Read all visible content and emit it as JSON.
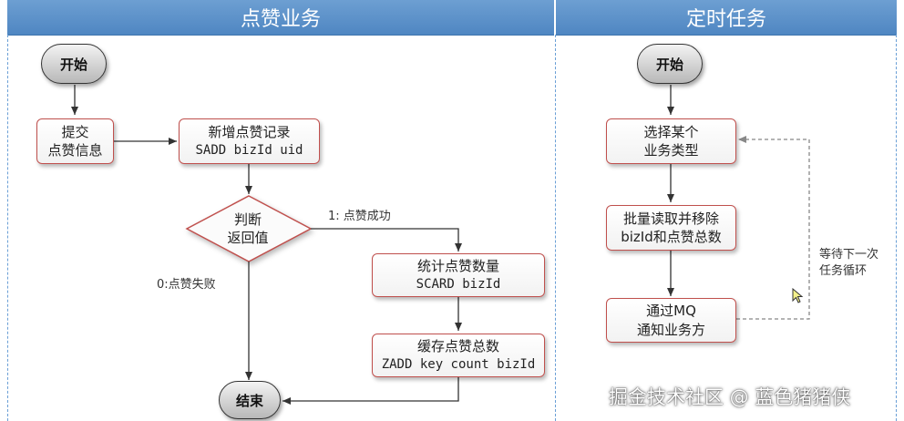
{
  "lanes": {
    "left_title": "点赞业务",
    "right_title": "定时任务"
  },
  "left_flow": {
    "start": "开始",
    "submit": [
      "提交",
      "点赞信息"
    ],
    "add_record": [
      "新增点赞记录",
      "SADD bizId uid"
    ],
    "decision": [
      "判断",
      "返回值"
    ],
    "success_label": "1: 点赞成功",
    "fail_label": "0:点赞失败",
    "count": [
      "统计点赞数量",
      "SCARD bizId"
    ],
    "cache": [
      "缓存点赞总数",
      "ZADD key count bizId"
    ],
    "end": "结束"
  },
  "right_flow": {
    "start": "开始",
    "select_type": [
      "选择某个",
      "业务类型"
    ],
    "batch_read": [
      "批量读取并移除",
      "bizId和点赞总数"
    ],
    "notify": [
      "通过MQ",
      "通知业务方"
    ],
    "loop_label": [
      "等待下一次",
      "任务循环"
    ]
  },
  "watermark": "掘金技术社区 @ 蓝色猪猪侠",
  "colors": {
    "header": "#4f86c2",
    "box_border": "#c0504d",
    "arrow": "#333333",
    "dashed_loop": "#888888"
  },
  "icons": [
    "mouse-cursor-icon"
  ]
}
